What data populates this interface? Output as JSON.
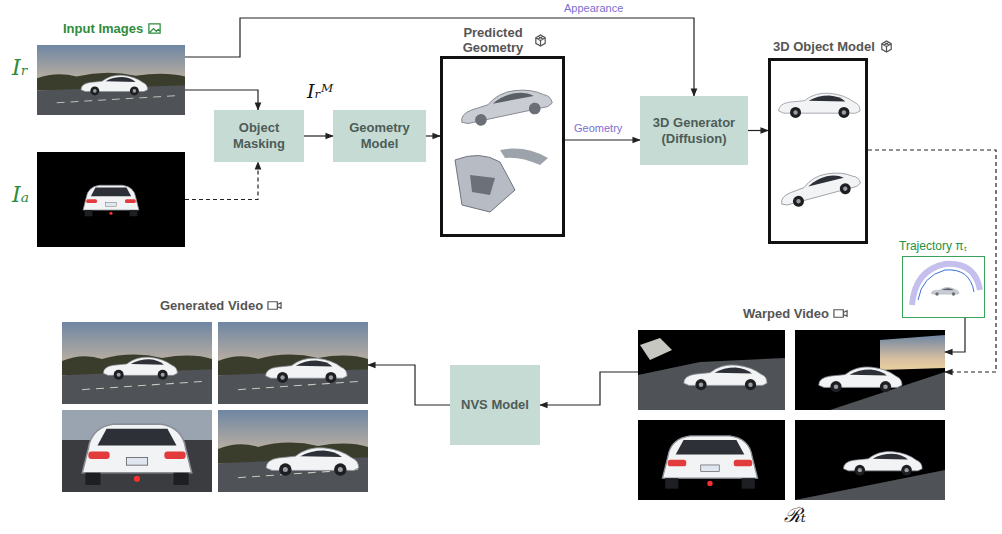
{
  "diagram": {
    "nodes": [
      {
        "text": [
          "Input Images",
          "Iᵣ"
        ]
      },
      {
        "text": [
          "Iₐ"
        ]
      },
      {
        "text": [
          "Object Masking"
        ]
      },
      {
        "text": [
          "Geometry Model"
        ]
      },
      {
        "text": [
          "Predicted Geometry"
        ]
      },
      {
        "text": [
          "3D Generator (Diffusion)"
        ]
      },
      {
        "text": [
          "3D Object Model"
        ]
      },
      {
        "text": [
          "Trajectory πₜ"
        ]
      },
      {
        "text": [
          "Warped Video",
          "ℛₜ"
        ]
      },
      {
        "text": [
          "NVS Model"
        ]
      },
      {
        "text": [
          "Generated Video"
        ]
      }
    ],
    "edges": [
      {
        "from": 0,
        "to": 2,
        "arrow": "to"
      },
      {
        "from": 1,
        "to": 2,
        "arrow": "to"
      },
      {
        "from": 2,
        "to": 3,
        "arrow": "to",
        "label": "Iᵣᴹ"
      },
      {
        "from": 3,
        "to": 4,
        "arrow": "to"
      },
      {
        "from": 4,
        "to": 5,
        "arrow": "to",
        "label": "Geometry"
      },
      {
        "from": 0,
        "to": 5,
        "arrow": "to",
        "label": "Appearance"
      },
      {
        "from": 5,
        "to": 6,
        "arrow": "to"
      },
      {
        "from": 6,
        "to": 8,
        "arrow": "to"
      },
      {
        "from": 7,
        "to": 8,
        "arrow": "to"
      },
      {
        "from": 8,
        "to": 9,
        "arrow": "to"
      },
      {
        "from": 9,
        "to": 10,
        "arrow": "to"
      }
    ]
  }
}
